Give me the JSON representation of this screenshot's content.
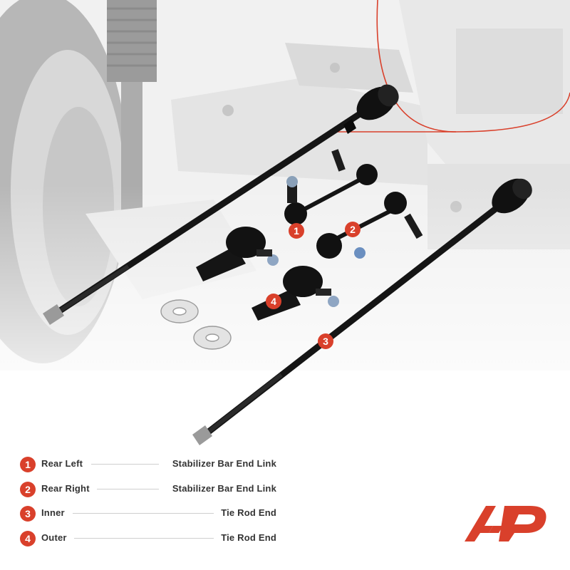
{
  "brand_color": "#d9402b",
  "callouts": [
    "1",
    "2",
    "3",
    "4"
  ],
  "legend": [
    {
      "num": "1",
      "position": "Rear Left",
      "part": "Stabilizer Bar End Link"
    },
    {
      "num": "2",
      "position": "Rear Right",
      "part": "Stabilizer Bar End Link"
    },
    {
      "num": "3",
      "position": "Inner",
      "part": "Tie Rod End"
    },
    {
      "num": "4",
      "position": "Outer",
      "part": "Tie Rod End"
    }
  ],
  "logo": {
    "name": "a-premium-logo"
  }
}
